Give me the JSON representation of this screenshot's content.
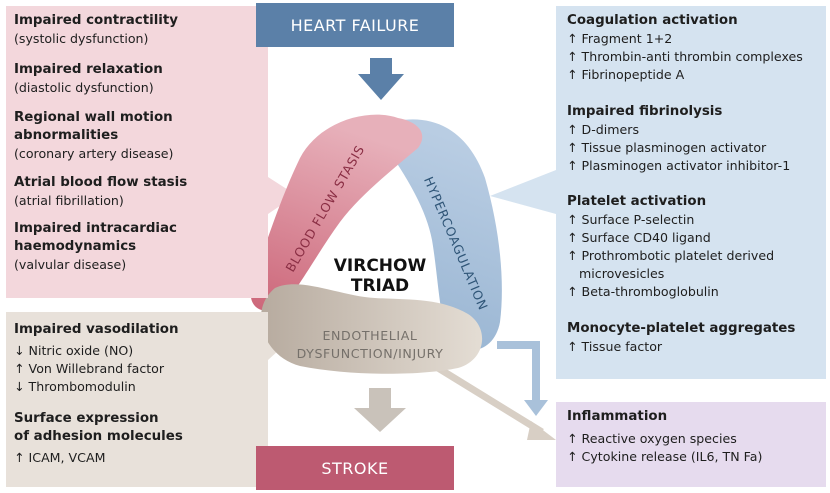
{
  "top_banner": "HEART FAILURE",
  "bottom_banner": "STROKE",
  "center": {
    "line1": "VIRCHOW",
    "line2": "TRIAD"
  },
  "triad": {
    "stasis": "BLOOD FLOW STASIS",
    "hyper": "HYPERCOAGULATION",
    "endo_line1": "ENDOTHELIAL",
    "endo_line2": "DYSFUNCTION/INJURY"
  },
  "pink_panel": [
    {
      "heading": [
        "Impaired contractility"
      ],
      "details": [
        "(systolic dysfunction)"
      ]
    },
    {
      "heading": [
        "Impaired relaxation"
      ],
      "details": [
        "(diastolic dysfunction)"
      ]
    },
    {
      "heading": [
        "Regional wall motion",
        "abnormalities"
      ],
      "details": [
        "(coronary artery disease)"
      ]
    },
    {
      "heading": [
        "Atrial blood flow stasis"
      ],
      "details": [
        "(atrial fibrillation)"
      ]
    },
    {
      "heading": [
        "Impaired intracardiac",
        "haemodynamics"
      ],
      "details": [
        "(valvular disease)"
      ]
    }
  ],
  "gray_panel": [
    {
      "heading": [
        "Impaired vasodilation"
      ],
      "details": [
        "↓ Nitric oxide (NO)",
        "↑ Von Willebrand factor",
        "↓ Thrombomodulin"
      ]
    },
    {
      "heading": [
        "Surface expression",
        "of adhesion molecules"
      ],
      "details": [
        "↑ ICAM, VCAM"
      ]
    }
  ],
  "blue_panel": [
    {
      "heading": [
        "Coagulation activation"
      ],
      "details": [
        "↑ Fragment 1+2",
        "↑ Thrombin-anti thrombin complexes",
        "↑ Fibrinopeptide A"
      ]
    },
    {
      "heading": [
        "Impaired fibrinolysis"
      ],
      "details": [
        "↑ D-dimers",
        "↑ Tissue plasminogen activator",
        "↑ Plasminogen activator inhibitor-1"
      ]
    },
    {
      "heading": [
        "Platelet activation"
      ],
      "details": [
        "↑ Surface P-selectin",
        "↑ Surface CD40 ligand",
        "↑ Prothrombotic platelet derived",
        "   microvesicles",
        "↑ Beta-thromboglobulin"
      ]
    },
    {
      "heading": [
        "Monocyte-platelet aggregates"
      ],
      "details": [
        "↑ Tissue factor"
      ]
    }
  ],
  "purple_panel": [
    {
      "heading": [
        "Inflammation"
      ],
      "details": [
        "↑ Reactive oxygen species",
        "↑ Cytokine release (IL6, TN Fa)"
      ]
    }
  ],
  "colors": {
    "pink_panel": "#f3d7dc",
    "gray_panel": "#e8e1da",
    "blue_panel": "#d5e3f0",
    "purple_panel": "#e6dbee",
    "heart_banner": "#5b80a8",
    "stroke_banner": "#bd5a71",
    "stasis_ring": "#d98d9c",
    "hyper_ring": "#a9c1da",
    "endo_ring": "#d1c7bb"
  }
}
